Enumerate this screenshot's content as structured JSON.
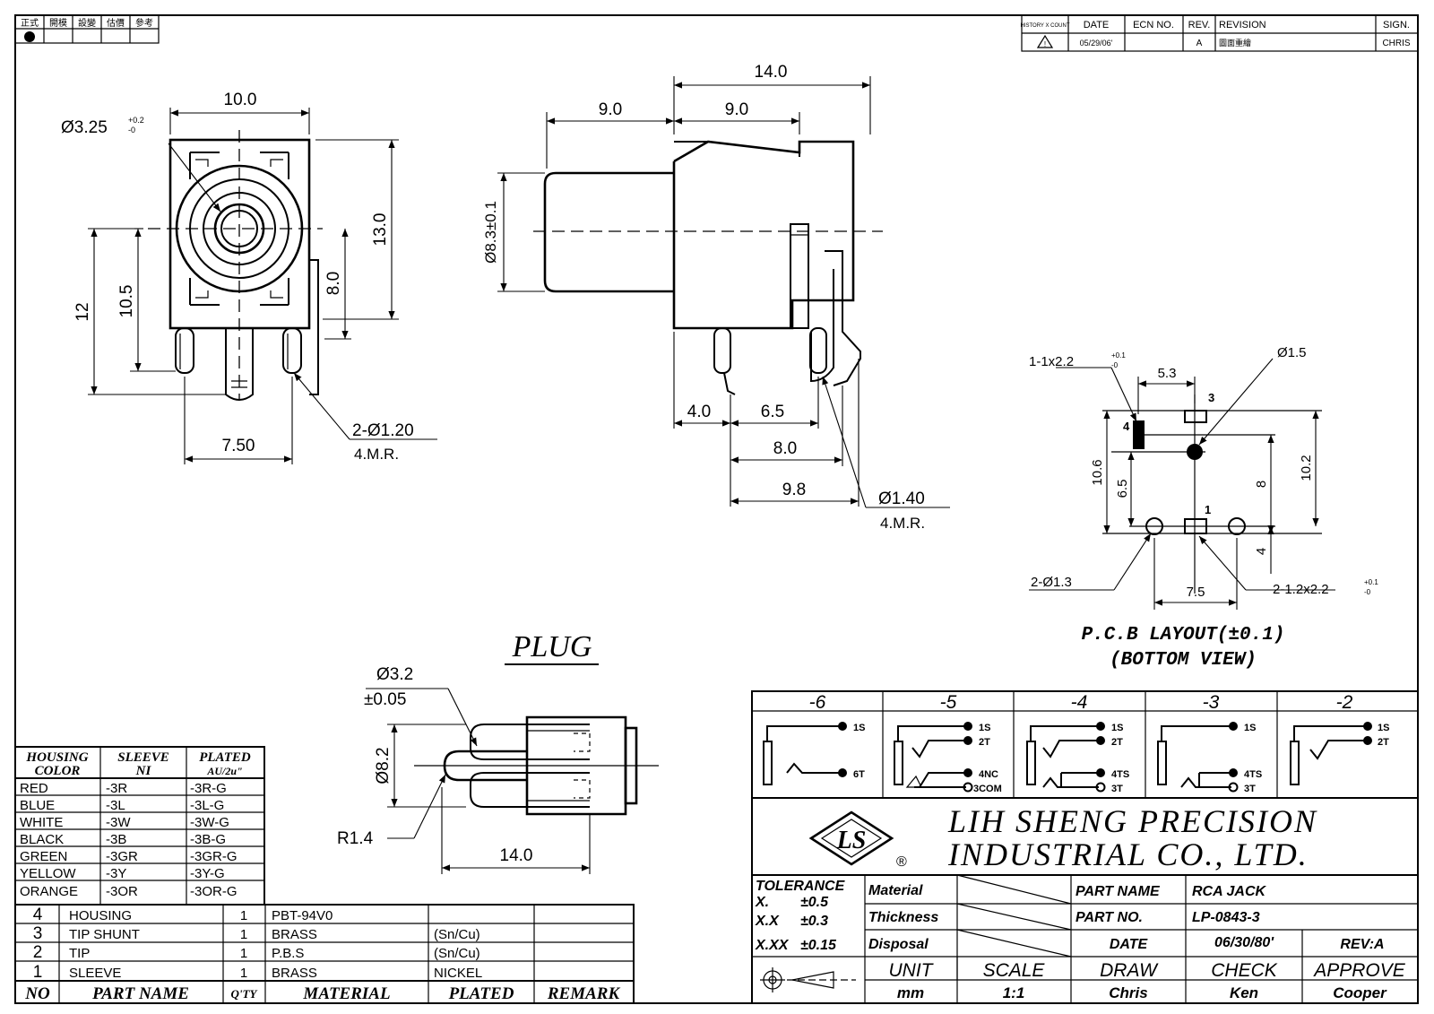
{
  "corner_stamp": [
    "正式",
    "開模",
    "設變",
    "估價",
    "參考"
  ],
  "history": {
    "headers": [
      "HISTORY X COUNT",
      "DATE",
      "ECN NO.",
      "REV.",
      "REVISION",
      "SIGN."
    ],
    "row": [
      "",
      "05/29/06'",
      "",
      "A",
      "圖面重繪",
      "CHRIS"
    ]
  },
  "front_view": {
    "width": "10.0",
    "hole": "Ø3.25",
    "hole_tol_plus": "+0.2",
    "hole_tol_minus": "-0",
    "height": "13.0",
    "h8": "8.0",
    "h105": "10.5",
    "h12": "12",
    "pitch": "7.50",
    "pin_dia": "2-Ø1.20",
    "pin_note": "4.M.R."
  },
  "side_view": {
    "overall": "14.0",
    "left": "9.0",
    "right": "9.0",
    "dia": "Ø8.3±0.1",
    "d40": "4.0",
    "d65": "6.5",
    "d80": "8.0",
    "d98": "9.8",
    "pin_dia": "Ø1.40",
    "pin_note": "4.M.R."
  },
  "pcb": {
    "slot_label": "1-1x2.2",
    "slot_tol_plus": "+0.1",
    "slot_tol_minus": "-0",
    "d53": "5.3",
    "hole": "Ø1.5",
    "d106": "10.6",
    "d65": "6.5",
    "d8": "8",
    "d102": "10.2",
    "d4": "4",
    "d75": "7.5",
    "holes2": "2-Ø1.3",
    "slots2": "2-1.2x2.2",
    "slots2_tol_plus": "+0.1",
    "slots2_tol_minus": "-0",
    "pin1": "1",
    "pin3": "3",
    "pin4": "4",
    "title": "P.C.B LAYOUT(±0.1)",
    "subtitle": "(BOTTOM VIEW)"
  },
  "plug": {
    "title": "PLUG",
    "dia": "Ø3.2",
    "tol": "±0.05",
    "dia2": "Ø8.2",
    "radius": "R1.4",
    "length": "14.0"
  },
  "color_table": {
    "headers": [
      [
        "HOUSING",
        "COLOR"
      ],
      [
        "SLEEVE",
        "NI"
      ],
      [
        "PLATED",
        "AU/2u\""
      ]
    ],
    "rows": [
      [
        "RED",
        "-3R",
        "-3R-G"
      ],
      [
        "BLUE",
        "-3L",
        "-3L-G"
      ],
      [
        "WHITE",
        "-3W",
        "-3W-G"
      ],
      [
        "BLACK",
        "-3B",
        "-3B-G"
      ],
      [
        "GREEN",
        "-3GR",
        "-3GR-G"
      ],
      [
        "YELLOW",
        "-3Y",
        "-3Y-G"
      ],
      [
        "ORANGE",
        "-3OR",
        "-3OR-G"
      ]
    ]
  },
  "bom": {
    "rows": [
      [
        "4",
        "HOUSING",
        "1",
        "PBT-94V0",
        "",
        ""
      ],
      [
        "3",
        "TIP SHUNT",
        "1",
        "BRASS",
        "(Sn/Cu)",
        ""
      ],
      [
        "2",
        "TIP",
        "1",
        "P.B.S",
        "(Sn/Cu)",
        ""
      ],
      [
        "1",
        "SLEEVE",
        "1",
        "BRASS",
        "NICKEL",
        ""
      ]
    ],
    "headers": [
      "NO",
      "PART NAME",
      "Q'TY",
      "MATERIAL",
      "PLATED",
      "REMARK"
    ]
  },
  "schematics": {
    "variants": [
      "-6",
      "-5",
      "-4",
      "-3",
      "-2"
    ],
    "labels": {
      "s6": [
        "1S",
        "6T"
      ],
      "s5": [
        "1S",
        "2T",
        "4NC",
        "3COM"
      ],
      "s4": [
        "1S",
        "2T",
        "4TS",
        "3T"
      ],
      "s3": [
        "1S",
        "4TS",
        "3T"
      ],
      "s2": [
        "1S",
        "2T"
      ]
    }
  },
  "company": {
    "line1": "LIH SHENG PRECISION",
    "line2": "INDUSTRIAL CO., LTD.",
    "logo_letters": "LS",
    "registered": "®"
  },
  "title_block": {
    "tolerance_title": "TOLERANCE",
    "tol_x": [
      "X.",
      "±0.5"
    ],
    "tol_xx": [
      "X.X",
      "±0.3"
    ],
    "tol_xxx": [
      "X.XX",
      "±0.15"
    ],
    "material": "Material",
    "thickness": "Thickness",
    "disposal": "Disposal",
    "part_name_label": "PART NAME",
    "part_name": "RCA JACK",
    "part_no_label": "PART NO.",
    "part_no": "LP-0843-3",
    "date_label": "DATE",
    "date": "06/30/80'",
    "rev": "REV:A",
    "unit_label": "UNIT",
    "unit": "mm",
    "scale_label": "SCALE",
    "scale": "1:1",
    "draw_label": "DRAW",
    "draw": "Chris",
    "check_label": "CHECK",
    "check": "Ken",
    "approve_label": "APPROVE",
    "approve": "Cooper"
  }
}
